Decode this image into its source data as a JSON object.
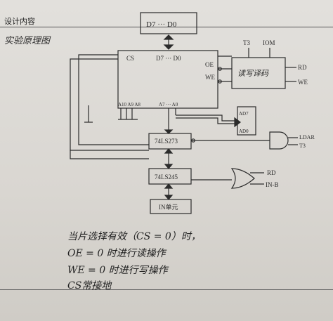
{
  "header": {
    "title": "设计内容"
  },
  "diagram": {
    "title": "实验原理图",
    "chip_top": "D7 ··· D0",
    "cs_label": "CS",
    "data_label": "D7 ··· D0",
    "addr_hi": "A10 A9 A8",
    "addr_lo": "A7 ··· A0",
    "oe_label": "OE",
    "we_label": "WE",
    "decoder_label": "读写译码",
    "t3_top": "T3",
    "iom_label": "IOM",
    "rd_label": "RD",
    "we_out_label": "WE",
    "ad7_label": "AD7",
    "ad0_label": "AD0",
    "latch_label": "74LS273",
    "ldar_label": "LDAR",
    "t3_right": "T3",
    "buffer_label": "74LS245",
    "rd2_label": "RD",
    "inb_label": "IN-B",
    "in_unit_label": "IN单元"
  },
  "notes": {
    "line1": "当片选择有效（CS = 0）时，",
    "line2": "OE = 0 时进行读操作",
    "line3": "WE = 0 时进行写操作",
    "line4": "CS常接地"
  },
  "colors": {
    "ink": "#2b2b2b",
    "paper": "#dcd9d4"
  }
}
